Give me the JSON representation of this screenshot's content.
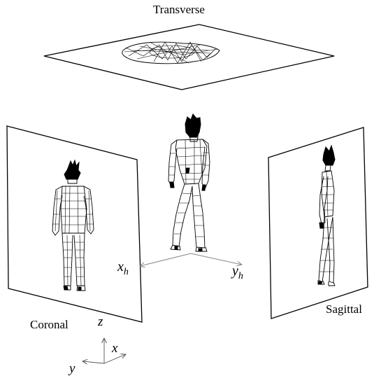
{
  "labels": {
    "transverse": "Transverse",
    "coronal": "Coronal",
    "sagittal": "Sagittal"
  },
  "human_axes": {
    "x_main": "x",
    "x_sub": "h",
    "y_main": "y",
    "y_sub": "h"
  },
  "global_axes": {
    "z": "z",
    "x": "x",
    "y": "y"
  }
}
